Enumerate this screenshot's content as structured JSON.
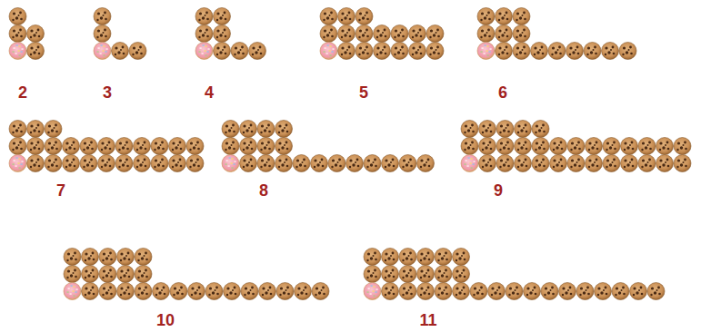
{
  "diagram": {
    "labels": [
      "2",
      "3",
      "4",
      "5",
      "6",
      "7",
      "8",
      "9",
      "10",
      "11"
    ]
  }
}
